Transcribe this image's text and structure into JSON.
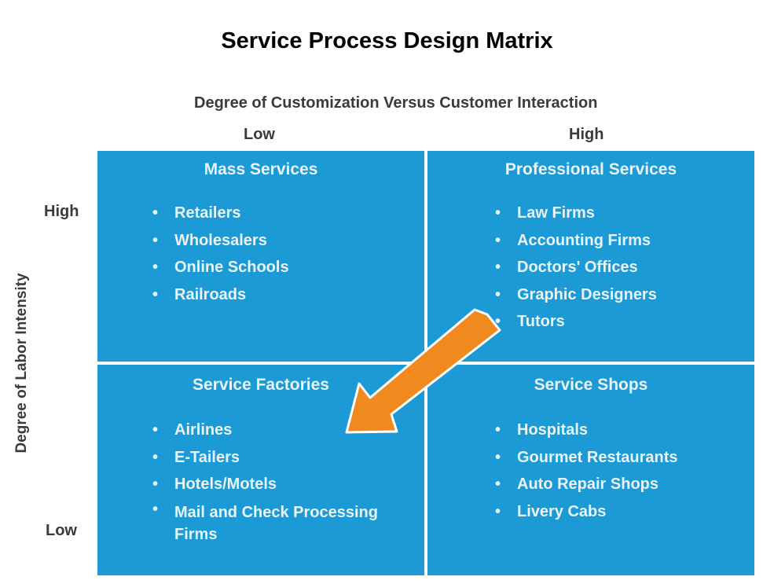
{
  "title": "Service Process Design Matrix",
  "x_axis": {
    "title": "Degree of Customization Versus Customer Interaction",
    "low": "Low",
    "high": "High"
  },
  "y_axis": {
    "title": "Degree of Labor Intensity",
    "high": "High",
    "low": "Low"
  },
  "quadrants": {
    "top_left": {
      "title": "Mass Services",
      "items": [
        "Retailers",
        "Wholesalers",
        "Online Schools",
        "Railroads"
      ]
    },
    "top_right": {
      "title": "Professional Services",
      "items": [
        "Law Firms",
        "Accounting Firms",
        "Doctors' Offices",
        "Graphic Designers",
        "Tutors"
      ]
    },
    "bottom_left": {
      "title": "Service Factories",
      "items": [
        "Airlines",
        "E-Tailers",
        "Hotels/Motels",
        "Mail and Check Processing Firms"
      ]
    },
    "bottom_right": {
      "title": "Service Shops",
      "items": [
        "Hospitals",
        "Gourmet Restaurants",
        "Auto Repair Shops",
        "Livery Cabs"
      ]
    }
  },
  "colors": {
    "quadrant_fill": "#1c9ad6",
    "arrow": "#f08a1e"
  }
}
